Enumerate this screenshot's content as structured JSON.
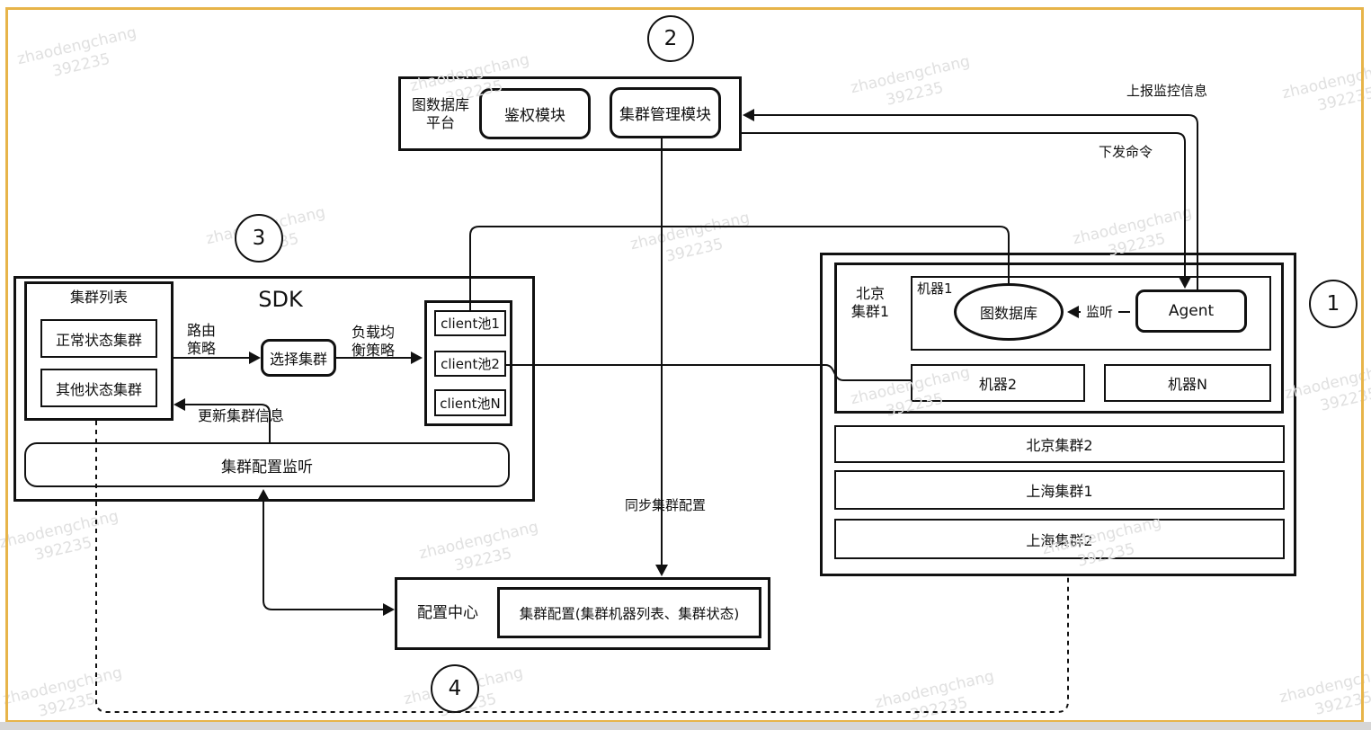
{
  "watermark": {
    "line1": "zhaodengchang",
    "line2": "392235"
  },
  "colors": {
    "frame_border": "#e7b449",
    "line": "#111111",
    "background": "#ffffff"
  },
  "badges": {
    "one": "1",
    "two": "2",
    "three": "3",
    "four": "4"
  },
  "platform": {
    "title_line1": "图数据库",
    "title_line2": "平台",
    "auth_module": "鉴权模块",
    "cluster_mgmt_module": "集群管理模块"
  },
  "sdk": {
    "title": "SDK",
    "cluster_list": {
      "title": "集群列表",
      "normal": "正常状态集群",
      "other": "其他状态集群"
    },
    "select_cluster": "选择集群",
    "client_pools": [
      "client池1",
      "client池2",
      "client池N"
    ],
    "config_listener": "集群配置监听"
  },
  "clusters": {
    "bj1_line1": "北京",
    "bj1_line2": "集群1",
    "machine1": "机器1",
    "graph_db": "图数据库",
    "agent": "Agent",
    "machine2": "机器2",
    "machineN": "机器N",
    "bars": [
      "北京集群2",
      "上海集群1",
      "上海集群2"
    ]
  },
  "config_center": {
    "label": "配置中心",
    "content": "集群配置(集群机器列表、集群状态)"
  },
  "edges": {
    "report": "上报监控信息",
    "command": "下发命令",
    "listen": "监听",
    "route_line1": "路由",
    "route_line2": "策略",
    "lb_line1": "负载均",
    "lb_line2": "衡策略",
    "update": "更新集群信息",
    "sync": "同步集群配置"
  }
}
